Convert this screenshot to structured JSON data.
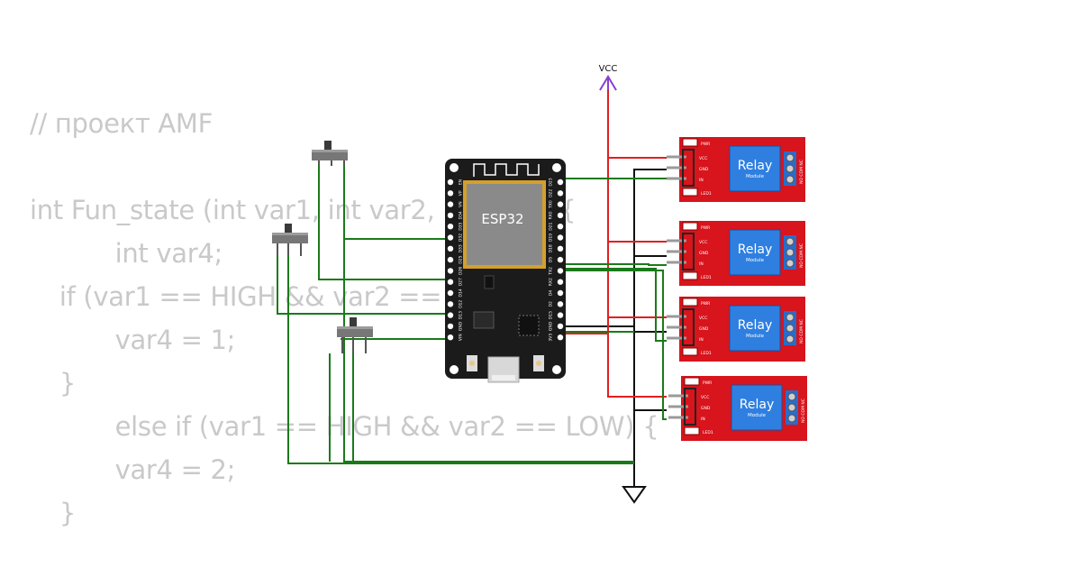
{
  "code_lines": [
    "// проект AMF",
    "",
    "int Fun_state (int var1, int var2, int var3) {",
    "     int var4;",
    "  if (var1 == HIGH && var2 == HIGH) {",
    "     var4 = 1;",
    "  }",
    "     else if (var1 == HIGH && var2 == LOW) {",
    "     var4 = 2;",
    "  }"
  ],
  "board": {
    "label": "ESP32",
    "left_pins": [
      "EN",
      "VP",
      "VN",
      "D34",
      "D35",
      "D32",
      "D33",
      "D25",
      "D26",
      "D27",
      "D14",
      "D12",
      "D13",
      "GND",
      "VIN"
    ],
    "right_pins": [
      "D23",
      "D22",
      "TX0",
      "RX0",
      "D21",
      "D19",
      "D18",
      "D5",
      "TX2",
      "RX2",
      "D4",
      "D2",
      "D15",
      "GND",
      "3V3"
    ]
  },
  "power": {
    "vcc_label": "VCC"
  },
  "relays": [
    {
      "title": "Relay",
      "subtitle": "Module",
      "pin_vcc": "VCC",
      "pin_gnd": "GND",
      "pin_in": "IN",
      "led_pwr": "PWR",
      "led1": "LED1",
      "terminals": "NO COM NC"
    },
    {
      "title": "Relay",
      "subtitle": "Module",
      "pin_vcc": "VCC",
      "pin_gnd": "GND",
      "pin_in": "IN",
      "led_pwr": "PWR",
      "led1": "LED1",
      "terminals": "NO COM NC"
    },
    {
      "title": "Relay",
      "subtitle": "Module",
      "pin_vcc": "VCC",
      "pin_gnd": "GND",
      "pin_in": "IN",
      "led_pwr": "PWR",
      "led1": "LED1",
      "terminals": "NO COM NC"
    },
    {
      "title": "Relay",
      "subtitle": "Module",
      "pin_vcc": "VCC",
      "pin_gnd": "GND",
      "pin_in": "IN",
      "led_pwr": "PWR",
      "led1": "LED1",
      "terminals": "NO COM NC"
    }
  ],
  "colors": {
    "wire_green": "#1a7a1a",
    "wire_red": "#e02020",
    "wire_black": "#111111",
    "relay_board": "#d8141c",
    "relay_block": "#2f7fe0",
    "esp_board": "#1b1b1b",
    "vcc_symbol": "#8a3fd0",
    "code_text": "#c9c9c9"
  }
}
